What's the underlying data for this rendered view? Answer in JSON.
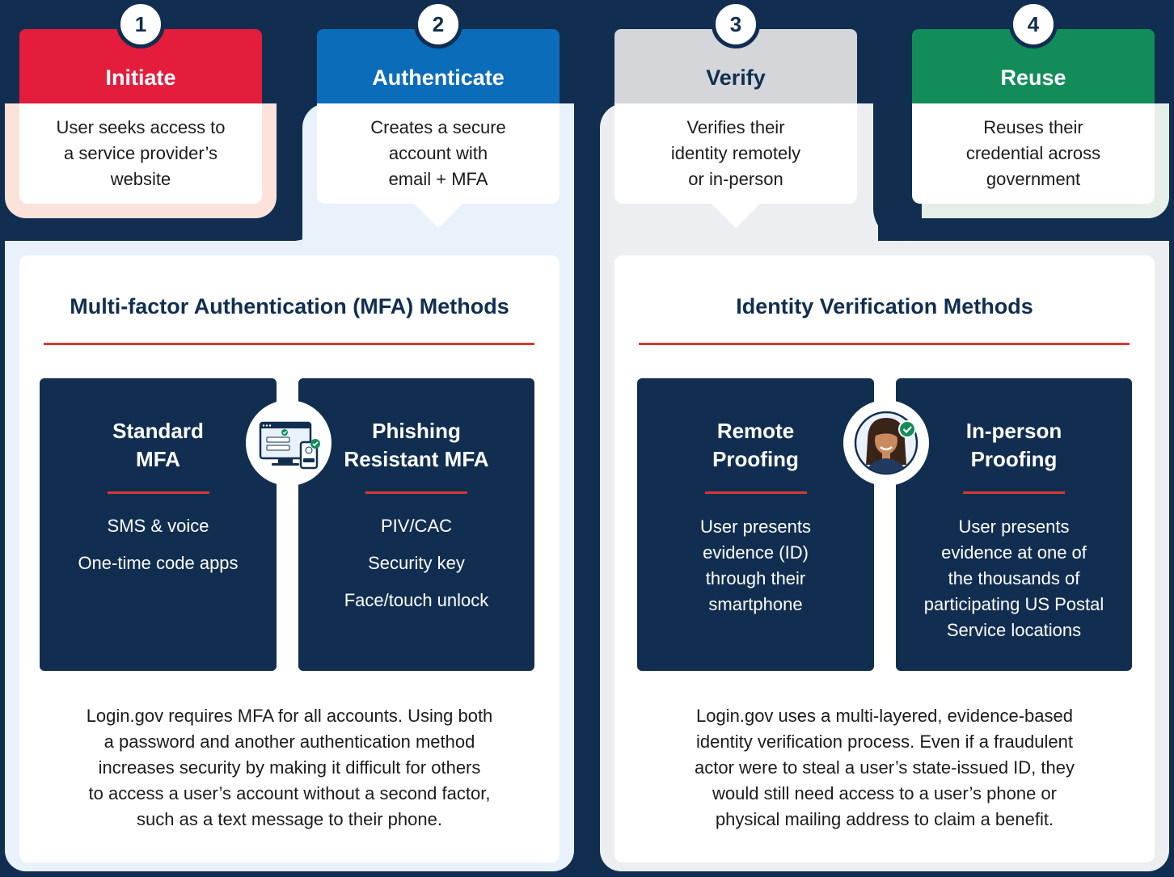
{
  "steps": [
    {
      "number": "1",
      "title": "Initiate",
      "text": "User seeks access to\na service provider’s\nwebsite",
      "color": "#e41d3d"
    },
    {
      "number": "2",
      "title": "Authenticate",
      "text": "Creates a secure\naccount with\nemail + MFA",
      "color": "#0b6cba"
    },
    {
      "number": "3",
      "title": "Verify",
      "text": "Verifies their\nidentity remotely\nor in-person",
      "color": "#d4d6d9"
    },
    {
      "number": "4",
      "title": "Reuse",
      "text": "Reuses their\ncredential across\ngovernment",
      "color": "#128d5a"
    }
  ],
  "mfa": {
    "title": "Multi-factor Authentication (MFA) Methods",
    "standard": {
      "title": "Standard\nMFA",
      "items": [
        "SMS & voice",
        "One-time code apps"
      ]
    },
    "phishing": {
      "title": "Phishing\nResistant MFA",
      "items": [
        "PIV/CAC",
        "Security key",
        "Face/touch unlock"
      ]
    },
    "icon": "computer-phone-check-icon",
    "footer": "Login.gov requires MFA for all accounts. Using both\na password and another authentication method\nincreases security by making it difficult for others\nto access a user’s account without a second factor,\nsuch as a text message to their phone."
  },
  "idv": {
    "title": "Identity Verification Methods",
    "remote": {
      "title": "Remote\nProofing",
      "text": "User presents\nevidence (ID)\nthrough their\nsmartphone"
    },
    "inperson": {
      "title": "In-person\nProofing",
      "text": "User presents\nevidence at one of\nthe thousands of\nparticipating US Postal\nService locations"
    },
    "icon": "verified-person-avatar-icon",
    "footer": "Login.gov uses a multi-layered, evidence-based\nidentity verification process. Even if a fraudulent\nactor were to steal a user’s state-issued ID, they\nwould still need access to a user’s phone or\nphysical mailing address to claim a benefit."
  },
  "colors": {
    "navy": "#112e51",
    "accent_red": "#d83933",
    "tint_red": "#fbe3dc",
    "tint_blue": "#e9f2fb",
    "tint_gray": "#eceef1",
    "tint_green": "#e6efe7"
  }
}
